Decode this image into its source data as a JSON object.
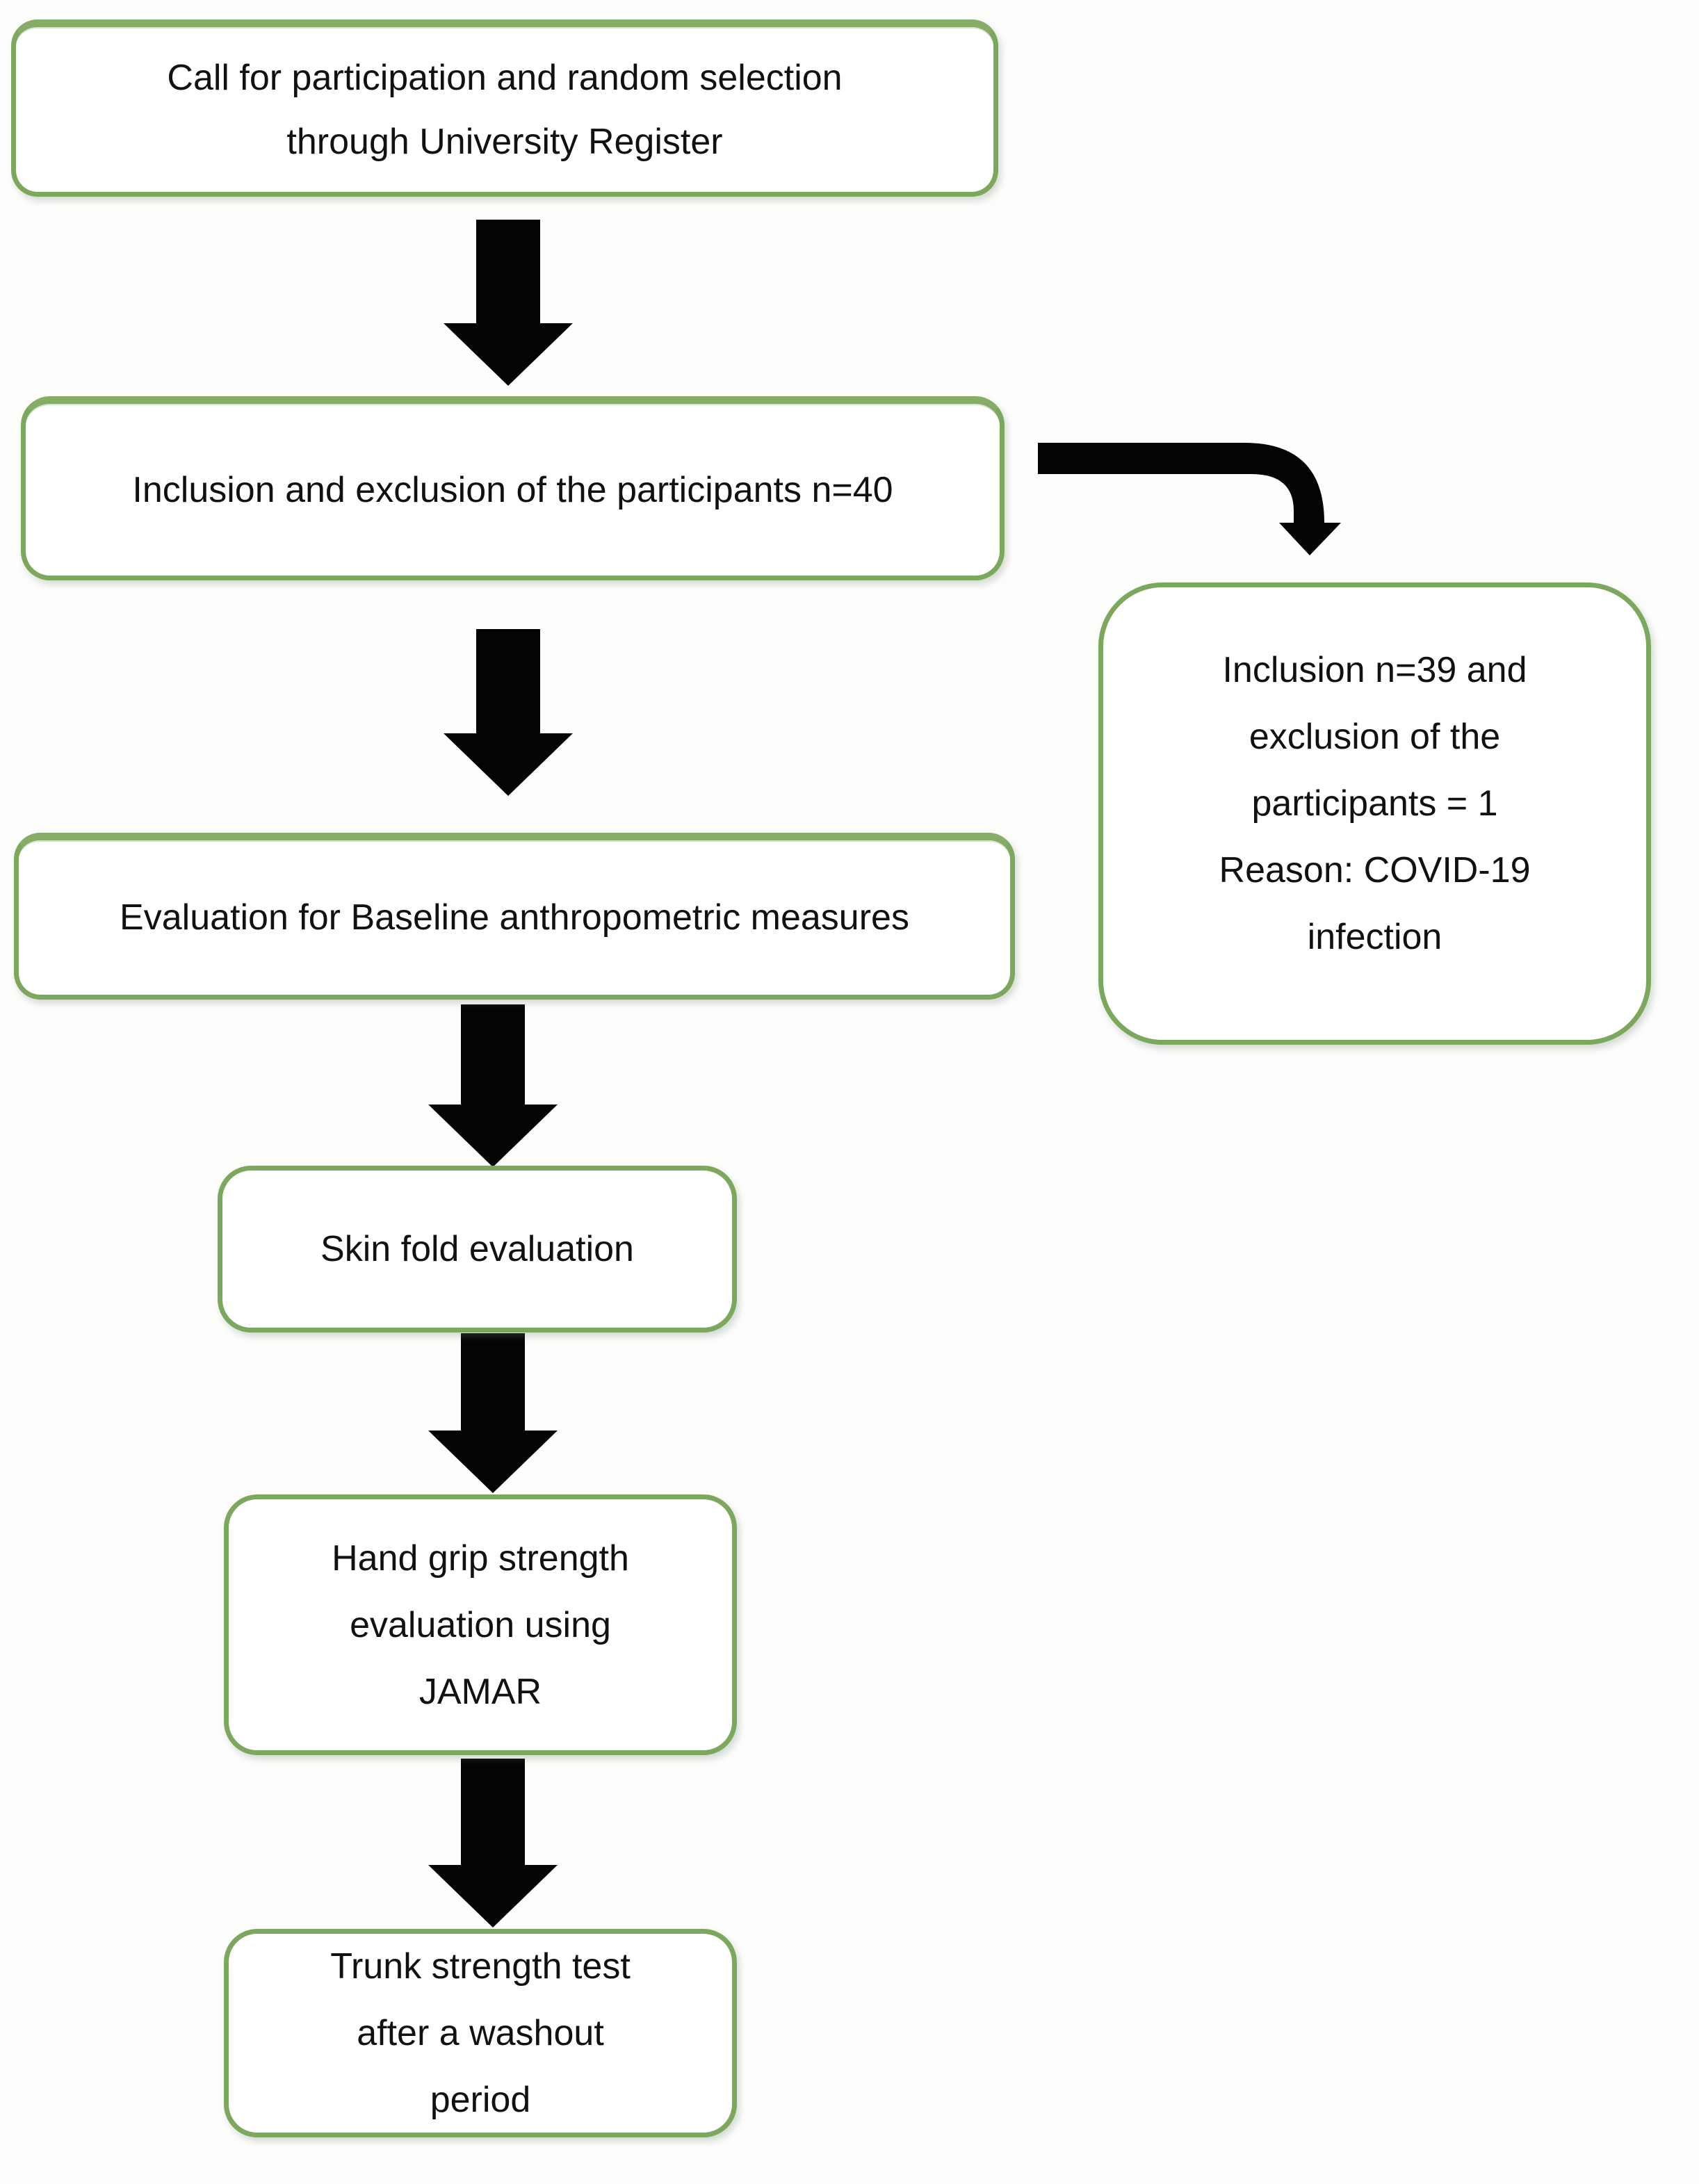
{
  "colors": {
    "background": "#fdfdfc",
    "border_green": "#7ba85c",
    "border_green_top": "#85ad68",
    "arrow_black": "#040404",
    "text": "#111111"
  },
  "flowchart": {
    "step_call": {
      "lines": [
        "Call for participation and random selection",
        "through University Register"
      ]
    },
    "step_inclusion": {
      "lines": [
        "Inclusion and exclusion of the participants n=40"
      ]
    },
    "side_exclusion": {
      "lines": [
        "Inclusion n=39 and",
        "exclusion of the",
        "participants = 1",
        "Reason: COVID-19",
        "infection"
      ]
    },
    "step_baseline": {
      "lines": [
        "Evaluation for Baseline anthropometric measures"
      ]
    },
    "step_skinfold": {
      "lines": [
        "Skin fold evaluation"
      ]
    },
    "step_handgrip": {
      "lines": [
        "Hand grip strength",
        "evaluation using",
        "JAMAR"
      ]
    },
    "step_trunk": {
      "lines": [
        "Trunk strength test",
        "after a washout",
        "period"
      ]
    }
  }
}
